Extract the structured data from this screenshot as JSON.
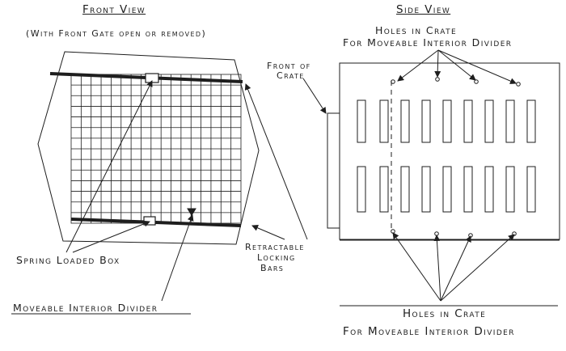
{
  "front": {
    "title": "Front View",
    "subtitle": "(With Front Gate open or removed)"
  },
  "side": {
    "title": "Side View",
    "holes_top_line1": "Holes in Crate",
    "holes_top_line2": "For Moveable Interior Divider",
    "front_of_crate_line1": "Front of",
    "front_of_crate_line2": "Crate",
    "holes_bottom_line1": "Holes in Crate",
    "holes_bottom_line2": "For Moveable Interior Divider"
  },
  "labels": {
    "spring_loaded_box": "Spring Loaded Box",
    "moveable_divider": "Moveable Interior Divider",
    "retractable_line1": "Retractable",
    "retractable_line2": "Locking",
    "retractable_line3": "Bars"
  },
  "colors": {
    "ink": "#1e1e1e",
    "paper": "#ffffff"
  }
}
